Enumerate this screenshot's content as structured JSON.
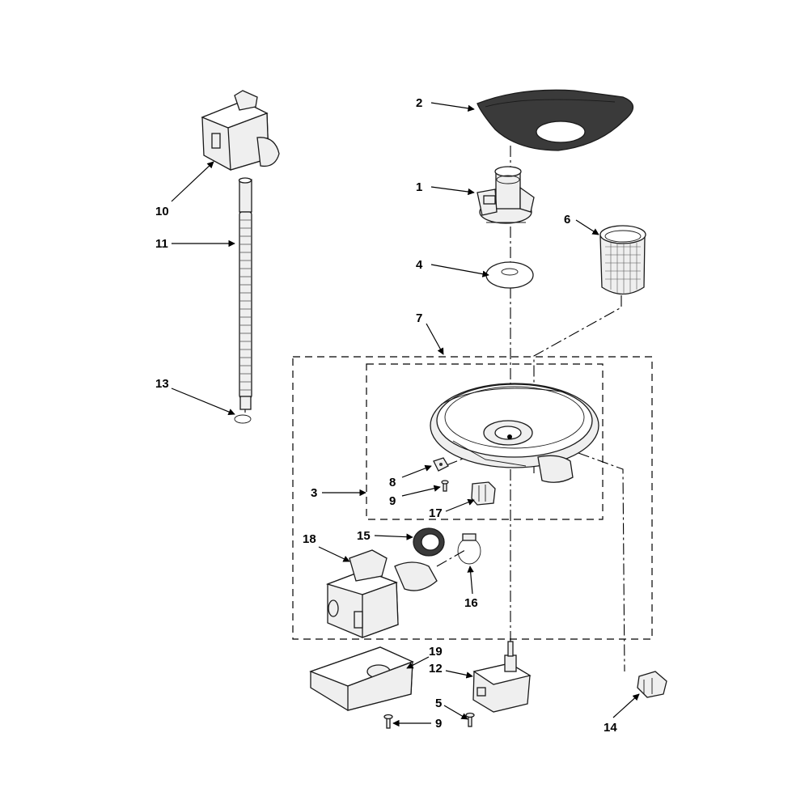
{
  "callouts": {
    "c1": "1",
    "c2": "2",
    "c3": "3",
    "c4": "4",
    "c5": "5",
    "c6": "6",
    "c7": "7",
    "c8": "8",
    "c9a": "9",
    "c9b": "9",
    "c10": "10",
    "c11": "11",
    "c12": "12",
    "c13": "13",
    "c14": "14",
    "c15": "15",
    "c16": "16",
    "c17": "17",
    "c18": "18",
    "c19": "19"
  },
  "colors": {
    "line": "#000000",
    "part_fill": "#efefef",
    "dark_fill": "#3a3a3a"
  }
}
